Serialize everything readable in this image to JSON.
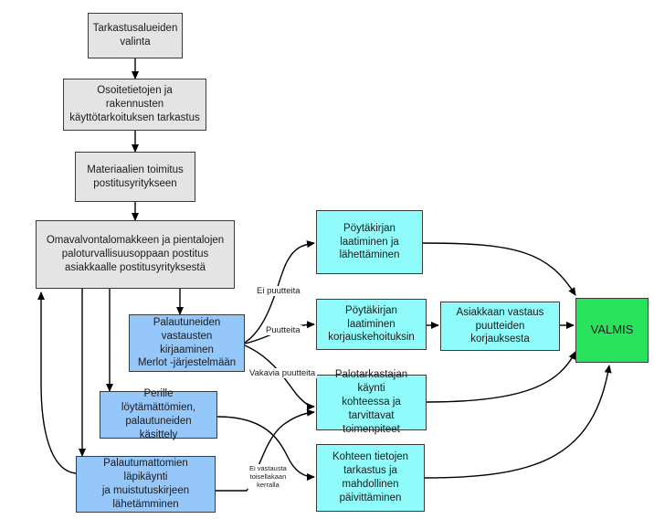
{
  "nodes": {
    "tarkastusalueiden": "Tarkastusalueiden\nvalinta",
    "osoitetiedot": "Osoitetietojen ja rakennusten\nkäyttötarkoituksen tarkastus",
    "materiaalien": "Materiaalien toimitus\npostitusyritykseen",
    "omavalvonta": "Omavalvontalomakkeen ja pientalojen\npaloturvallisuusoppaan postitus\nasiakkaalle postitusyrityksestä",
    "palautuneiden_kirjaaminen": "Palautuneiden\nvastausten kirjaaminen\nMerlot -järjestelmään",
    "perille": "Perille löytämättömien,\npalautuneiden käsittely",
    "palautumattomien": "Palautumattomien läpikäynti\nja muistutuskirjeen\nlähetämminen",
    "poytakirjan_laatiminen": "Pöytäkirjan\nlaatiminen ja\nlähettäminen",
    "poytakirjan_korjaus": "Pöytäkirjan laatiminen\nkorjauskehoituksin",
    "asiakkaan_vastaus": "Asiakkaan vastaus\npuutteiden korjauksesta",
    "palotarkastajan": "Palotarkastajan käynti\nkohteessa ja tarvittavat\ntoimenpiteet",
    "kohteen_tietojen": "Kohteen tietojen\ntarkastus ja\nmahdollinen\npäivittäminen",
    "valmis": "VALMIS"
  },
  "edge_labels": {
    "ei_puutteita": "Ei puutteita",
    "puutteita": "Puutteita",
    "vakavia_puutteita": "Vakavia puutteita",
    "ei_vastausta": "Ei vastausta\ntoisellakaan\nkerralla"
  },
  "colors": {
    "gray": "#e4e4e4",
    "blue": "#96c7fb",
    "cyan": "#8ffbfa",
    "green": "#29e35c",
    "line": "#000000"
  }
}
